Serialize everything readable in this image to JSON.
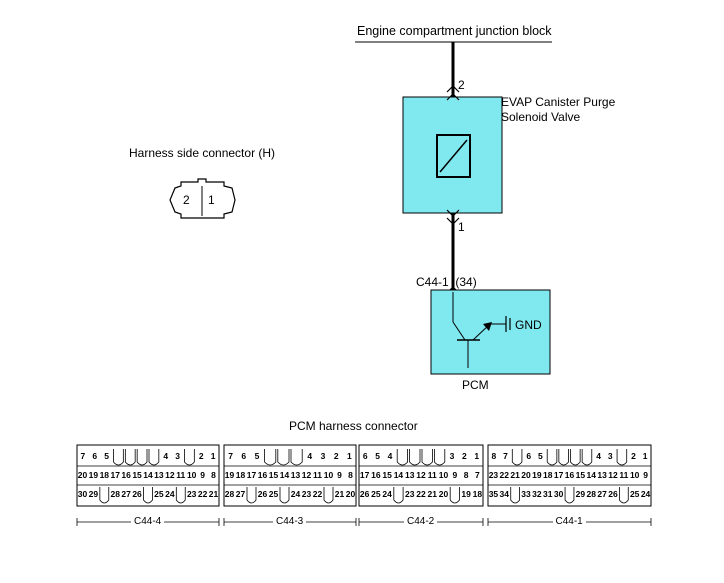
{
  "labels": {
    "top_block": "Engine compartment junction block",
    "pin_top": "2",
    "valve": [
      "EVAP Canister Purge",
      "Solenoid Valve"
    ],
    "pin_bottom": "1",
    "pcm_terminal": "C44-1  (34)",
    "gnd": "GND",
    "pcm": "PCM",
    "harness_side": "Harness side connector (H)",
    "harness_pins": [
      "2",
      "1"
    ],
    "pcm_harness": "PCM harness connector"
  },
  "connectors": [
    {
      "name": "C44-4",
      "rows": [
        [
          "7",
          "6",
          "5",
          "",
          "",
          "",
          "",
          "4",
          "3",
          "",
          "2",
          "1"
        ],
        [
          "20",
          "19",
          "18",
          "17",
          "16",
          "15",
          "14",
          "13",
          "12",
          "11",
          "10",
          "9",
          "8"
        ],
        [
          "30",
          "29",
          "",
          "28",
          "27",
          "26",
          "",
          "25",
          "24",
          "",
          "23",
          "22",
          "21"
        ]
      ]
    },
    {
      "name": "C44-3",
      "rows": [
        [
          "7",
          "6",
          "5",
          "",
          "",
          "",
          "4",
          "3",
          "2",
          "1"
        ],
        [
          "19",
          "18",
          "17",
          "16",
          "15",
          "14",
          "13",
          "12",
          "11",
          "10",
          "9",
          "8"
        ],
        [
          "28",
          "27",
          "",
          "26",
          "25",
          "",
          "24",
          "23",
          "22",
          "",
          "21",
          "20"
        ]
      ]
    },
    {
      "name": "C44-2",
      "rows": [
        [
          "6",
          "5",
          "4",
          "",
          "",
          "",
          "",
          "3",
          "2",
          "1"
        ],
        [
          "17",
          "16",
          "15",
          "14",
          "13",
          "12",
          "11",
          "10",
          "9",
          "8",
          "7"
        ],
        [
          "26",
          "25",
          "24",
          "",
          "23",
          "22",
          "21",
          "20",
          "",
          "19",
          "18"
        ]
      ]
    },
    {
      "name": "C44-1",
      "rows": [
        [
          "8",
          "7",
          "",
          "6",
          "5",
          "",
          "",
          "",
          "",
          "4",
          "3",
          "",
          "2",
          "1"
        ],
        [
          "23",
          "22",
          "21",
          "20",
          "19",
          "18",
          "17",
          "16",
          "15",
          "14",
          "13",
          "12",
          "11",
          "10",
          "9"
        ],
        [
          "35",
          "34",
          "",
          "33",
          "32",
          "31",
          "30",
          "",
          "29",
          "28",
          "27",
          "26",
          "",
          "25",
          "24"
        ]
      ]
    }
  ],
  "colors": {
    "module_fill": "#7fe9ef",
    "line": "#000000"
  }
}
